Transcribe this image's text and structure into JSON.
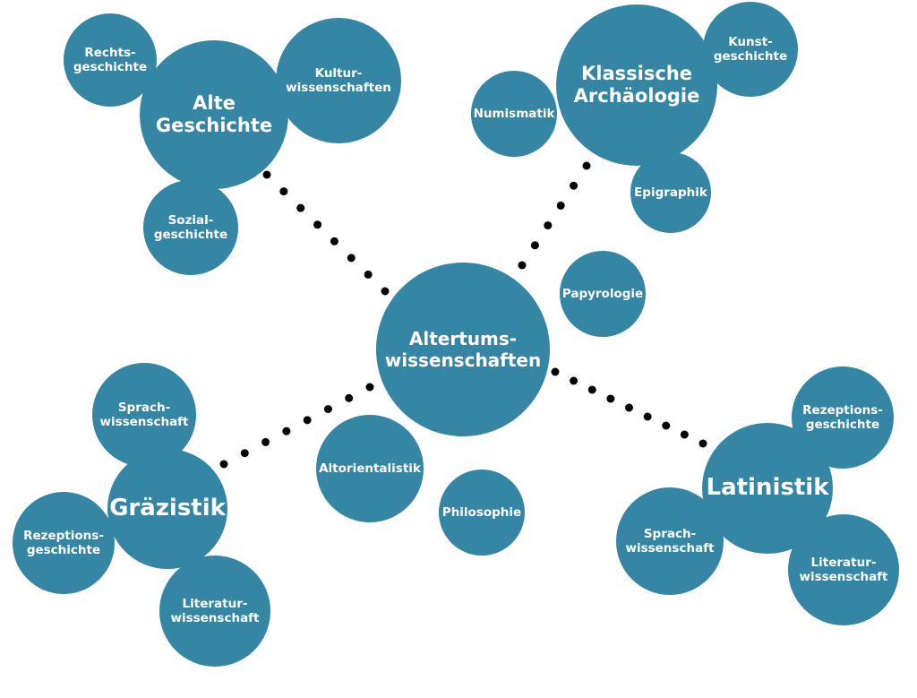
{
  "colors": {
    "bubble": "#3585a5",
    "text": "#ffffff",
    "dots": "#000000"
  },
  "center": "Altertums-\nwissenschaften",
  "alte_geschichte": {
    "title": "Alte\nGeschichte",
    "rechts": "Rechts-\ngeschichte",
    "kultur": "Kultur-\nwissenschaften",
    "sozial": "Sozial-\ngeschichte"
  },
  "archaeologie": {
    "title": "Klassische\nArchäologie",
    "numismatik": "Numismatik",
    "kunst": "Kunst-\ngeschichte",
    "epigraphik": "Epigraphik"
  },
  "papyrologie": "Papyrologie",
  "altorientalistik": "Altorientalistik",
  "philosophie": "Philosophie",
  "graezistik": {
    "title": "Gräzistik",
    "sprach": "Sprach-\nwissenschaft",
    "rezeption": "Rezeptions-\ngeschichte",
    "literatur": "Literatur-\nwissenschaft"
  },
  "latinistik": {
    "title": "Latinistik",
    "rezeption": "Rezeptions-\ngeschichte",
    "sprach": "Sprach-\nwissenschaft",
    "literatur": "Literatur-\nwissenschaft"
  }
}
